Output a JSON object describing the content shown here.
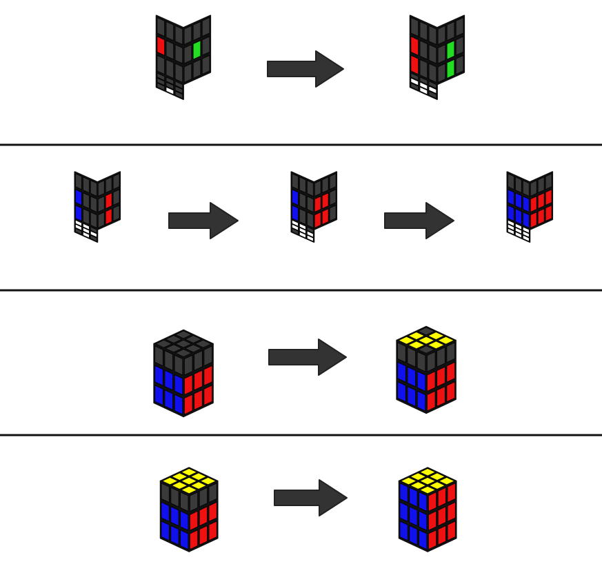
{
  "colors": {
    "black": "#3a3a3a",
    "grid": "#111111",
    "white": "#ffffff",
    "red": "#ee1111",
    "green": "#22dd22",
    "blue": "#1111ee",
    "yellow": "#ffff00",
    "arrow": "#333333",
    "divider": "#111111"
  },
  "rows": [
    {
      "step": 1,
      "cubes": [
        {
          "orientation": "bottom",
          "faces": {
            "bottom": [
              "K",
              "K",
              "K",
              "K",
              "K",
              "K",
              "K",
              "W",
              "K"
            ],
            "left": [
              "K",
              "K",
              "K",
              "R",
              "K",
              "K",
              "K",
              "K",
              "K"
            ],
            "right": [
              "K",
              "K",
              "K",
              "K",
              "G",
              "K",
              "K",
              "K",
              "K"
            ]
          }
        },
        {
          "orientation": "bottom",
          "faces": {
            "bottom": [
              "K",
              "K",
              "K",
              "W",
              "W",
              "W",
              "K",
              "W",
              "K"
            ],
            "left": [
              "K",
              "K",
              "K",
              "R",
              "K",
              "K",
              "R",
              "K",
              "K"
            ],
            "right": [
              "K",
              "K",
              "K",
              "K",
              "G",
              "K",
              "K",
              "G",
              "K"
            ]
          }
        }
      ]
    },
    {
      "step": 2,
      "cubes": [
        {
          "orientation": "bottom",
          "faces": {
            "bottom": [
              "W",
              "W",
              "K",
              "W",
              "W",
              "W",
              "K",
              "W",
              "K"
            ],
            "left": [
              "K",
              "K",
              "K",
              "B",
              "K",
              "K",
              "B",
              "K",
              "K"
            ],
            "right": [
              "K",
              "K",
              "K",
              "K",
              "R",
              "K",
              "K",
              "R",
              "K"
            ]
          }
        },
        {
          "orientation": "bottom",
          "faces": {
            "bottom": [
              "W",
              "W",
              "K",
              "W",
              "W",
              "W",
              "K",
              "W",
              "W"
            ],
            "left": [
              "K",
              "K",
              "K",
              "B",
              "K",
              "K",
              "B",
              "K",
              "K"
            ],
            "right": [
              "K",
              "K",
              "K",
              "R",
              "R",
              "K",
              "R",
              "R",
              "K"
            ]
          }
        },
        {
          "orientation": "bottom",
          "faces": {
            "bottom": [
              "W",
              "W",
              "W",
              "W",
              "W",
              "W",
              "W",
              "W",
              "W"
            ],
            "left": [
              "K",
              "K",
              "K",
              "B",
              "B",
              "B",
              "B",
              "B",
              "B"
            ],
            "right": [
              "K",
              "K",
              "K",
              "R",
              "R",
              "R",
              "R",
              "R",
              "R"
            ]
          }
        }
      ]
    },
    {
      "step": 3,
      "cubes": [
        {
          "orientation": "top",
          "faces": {
            "top": [
              "K",
              "K",
              "K",
              "K",
              "K",
              "K",
              "K",
              "K",
              "K"
            ],
            "left": [
              "K",
              "K",
              "K",
              "B",
              "B",
              "B",
              "B",
              "B",
              "B"
            ],
            "right": [
              "K",
              "K",
              "K",
              "R",
              "R",
              "R",
              "R",
              "R",
              "R"
            ]
          }
        },
        {
          "orientation": "top",
          "faces": {
            "top": [
              "Y",
              "Y",
              "K",
              "Y",
              "Y",
              "Y",
              "K",
              "Y",
              "Y"
            ],
            "left": [
              "K",
              "K",
              "K",
              "B",
              "B",
              "B",
              "B",
              "B",
              "B"
            ],
            "right": [
              "K",
              "K",
              "K",
              "R",
              "R",
              "R",
              "R",
              "R",
              "R"
            ]
          }
        }
      ]
    },
    {
      "step": 4,
      "cubes": [
        {
          "orientation": "top",
          "faces": {
            "top": [
              "Y",
              "Y",
              "Y",
              "Y",
              "Y",
              "Y",
              "Y",
              "Y",
              "Y"
            ],
            "left": [
              "K",
              "K",
              "K",
              "B",
              "B",
              "B",
              "B",
              "B",
              "B"
            ],
            "right": [
              "K",
              "K",
              "K",
              "R",
              "R",
              "R",
              "R",
              "R",
              "R"
            ]
          }
        },
        {
          "orientation": "top",
          "faces": {
            "top": [
              "Y",
              "Y",
              "Y",
              "Y",
              "Y",
              "Y",
              "Y",
              "Y",
              "Y"
            ],
            "left": [
              "B",
              "B",
              "B",
              "B",
              "B",
              "B",
              "B",
              "B",
              "B"
            ],
            "right": [
              "R",
              "R",
              "R",
              "R",
              "R",
              "R",
              "R",
              "R",
              "R"
            ]
          }
        }
      ]
    }
  ]
}
